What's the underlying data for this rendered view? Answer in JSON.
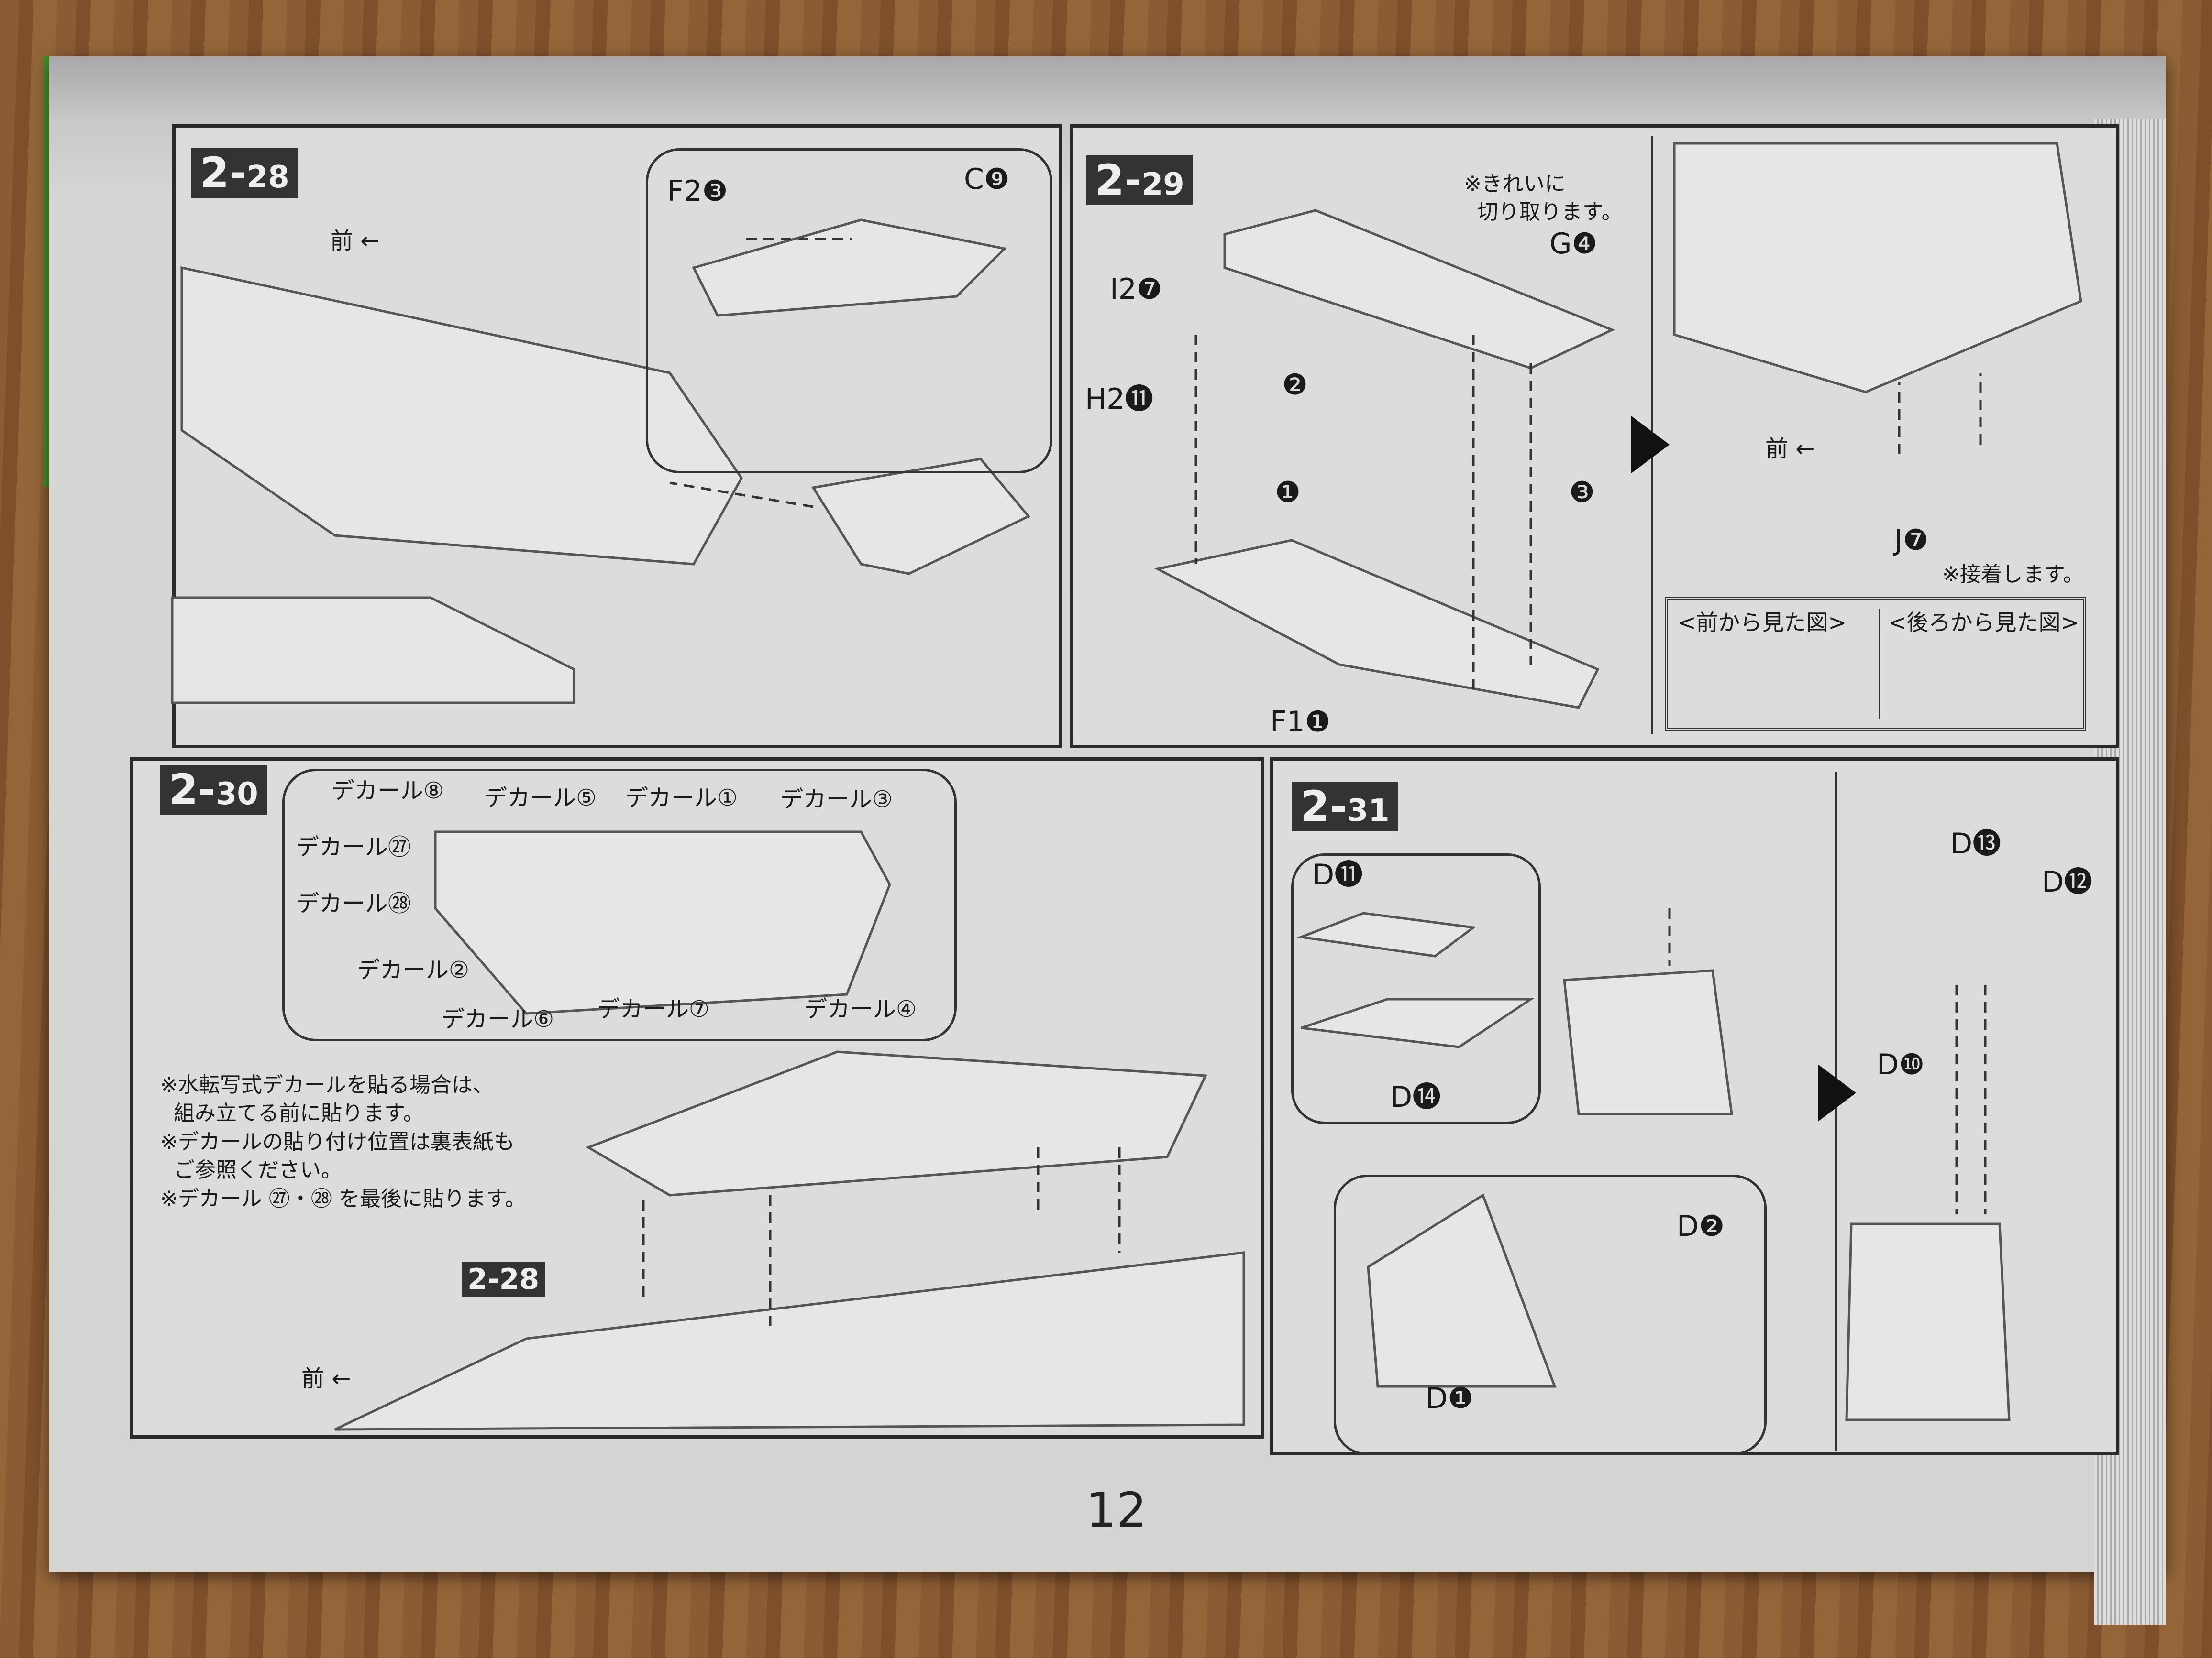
{
  "page_number": "12",
  "steps": {
    "s28": {
      "id": "2-",
      "n": "28",
      "parts": {
        "f2": "F2❸",
        "c9": "C❾",
        "front": "前 ←"
      }
    },
    "s29": {
      "id": "2-",
      "n": "29",
      "note": "※きれいに\n  切り取ります。",
      "parts": {
        "g4": "G❹",
        "i2": "I2❼",
        "step2": "❷",
        "h2": "H2⓫",
        "step1": "❶",
        "step3": "❸",
        "f1": "F1❶",
        "front": "前 ←",
        "j7": "J❼"
      },
      "glue_note": "※接着します。",
      "front_view": "<前から見た図>",
      "back_view": "<後ろから見た図>"
    },
    "s30": {
      "id": "2-",
      "n": "30",
      "ref": "2-28",
      "front": "前 ←",
      "decals": [
        "デカール⑧",
        "デカール⑤",
        "デカール①",
        "デカール③",
        "デカール㉗",
        "デカール㉘",
        "デカール②",
        "デカール⑥",
        "デカール⑦",
        "デカール④"
      ],
      "notes": "※水転写式デカールを貼る場合は、\n  組み立てる前に貼ります。\n※デカールの貼り付け位置は裏表紙も\n  ご参照ください。\n※デカール ㉗・㉘ を最後に貼ります。"
    },
    "s31": {
      "id": "2-",
      "n": "31",
      "parts": {
        "d11": "D⓫",
        "d14": "D⓮",
        "d13": "D⓭",
        "d12": "D⓬",
        "d10": "D❿",
        "d2": "D❷",
        "d1": "D❶"
      }
    }
  }
}
